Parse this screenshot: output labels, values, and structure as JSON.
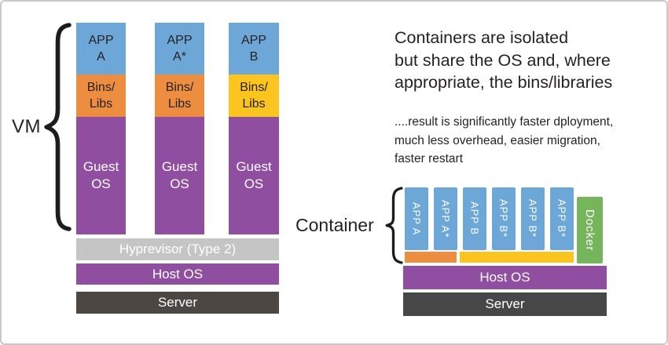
{
  "colors": {
    "app_blue": "#6DA7D8",
    "bins_orange": "#EC8D40",
    "bins_yellow": "#FCC41F",
    "os_purple": "#8F4EA0",
    "hypervisor_gray": "#C6C5C5",
    "server_dark": "#4D4744",
    "docker_green": "#76B55C",
    "text_dark": "#262223",
    "border_gray": "#C9C9C9"
  },
  "vm": {
    "label": "VM",
    "columns": [
      {
        "app": "APP\nA",
        "bins": "Bins/\nLibs",
        "os": "Guest\nOS"
      },
      {
        "app": "APP\nA*",
        "bins": "Bins/\nLibs",
        "os": "Guest\nOS"
      },
      {
        "app": "APP\nB",
        "bins": "Bins/\nLibs",
        "os": "Guest\nOS"
      }
    ],
    "hypervisor": "Hyprevisor (Type 2)",
    "host_os": "Host OS",
    "server": "Server"
  },
  "annotation": {
    "heading": "Containers are isolated\nbut share the OS and, where\nappropriate, the bins/libraries",
    "details": "....result is significantly faster dployment,\nmuch less overhead, easier migration,\nfaster restart"
  },
  "container": {
    "label": "Container",
    "apps": [
      "APP A",
      "APP A*",
      "APP B",
      "APP B*",
      "APP B*",
      "APP B*"
    ],
    "docker": "Docker",
    "host_os": "Host OS",
    "server": "Server"
  }
}
